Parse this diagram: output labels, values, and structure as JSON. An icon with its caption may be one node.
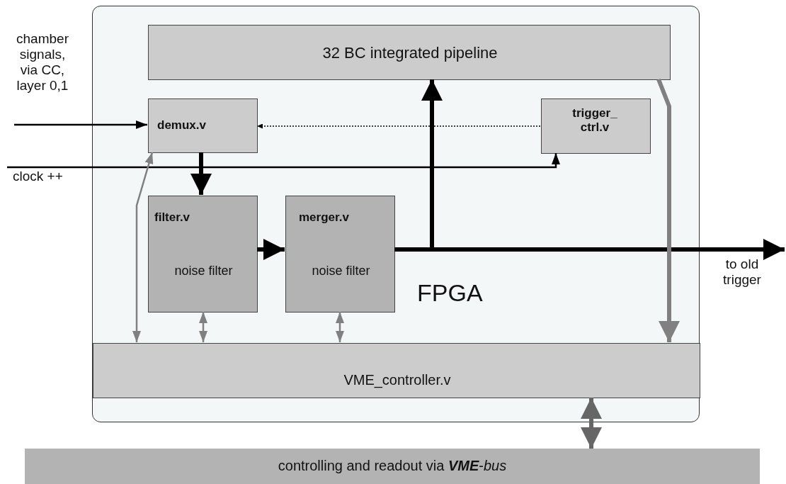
{
  "diagram": {
    "nodes": [
      {
        "text": [
          "FPGA"
        ]
      },
      {
        "text": [
          "32 BC integrated pipeline"
        ],
        "in": 0
      },
      {
        "text": [
          "demux.v"
        ],
        "in": 0
      },
      {
        "text": [
          "trigger_ ctrl.v"
        ],
        "in": 0
      },
      {
        "text": [
          "filter.v",
          "noise filter"
        ],
        "in": 0
      },
      {
        "text": [
          "merger.v",
          "noise filter"
        ],
        "in": 0
      },
      {
        "text": [
          "VME_controller.v"
        ],
        "in": 0
      },
      {
        "text": [
          "controlling and readout via **VME**-*bus*"
        ]
      },
      {
        "text": [
          "chamber signals, via CC, layer 0,1"
        ]
      },
      {
        "text": [
          "clock ++"
        ]
      },
      {
        "text": [
          "to old trigger"
        ]
      }
    ],
    "edges": [
      {
        "from": 8,
        "to": 2,
        "arrow": "to"
      },
      {
        "from": 9,
        "to": 3,
        "arrow": "to"
      },
      {
        "from": 3,
        "to": 2,
        "arrow": "to",
        "style": "dashed"
      },
      {
        "from": 2,
        "to": 4,
        "arrow": "to",
        "style": "thick"
      },
      {
        "from": 4,
        "to": 5,
        "arrow": "to",
        "style": "thick"
      },
      {
        "from": 5,
        "to": 1,
        "arrow": "to",
        "style": "thick"
      },
      {
        "from": 5,
        "to": 10,
        "arrow": "to",
        "style": "thick"
      },
      {
        "from": 1,
        "to": 6,
        "arrow": "to",
        "style": "thick",
        "color": "#808080"
      },
      {
        "from": 6,
        "to": 2,
        "arrow": "both",
        "color": "#808080"
      },
      {
        "from": 4,
        "to": 6,
        "arrow": "both",
        "color": "#808080"
      },
      {
        "from": 5,
        "to": 6,
        "arrow": "both",
        "color": "#808080"
      },
      {
        "from": 6,
        "to": 7,
        "arrow": "both",
        "style": "thick",
        "color": "#666666"
      }
    ]
  }
}
